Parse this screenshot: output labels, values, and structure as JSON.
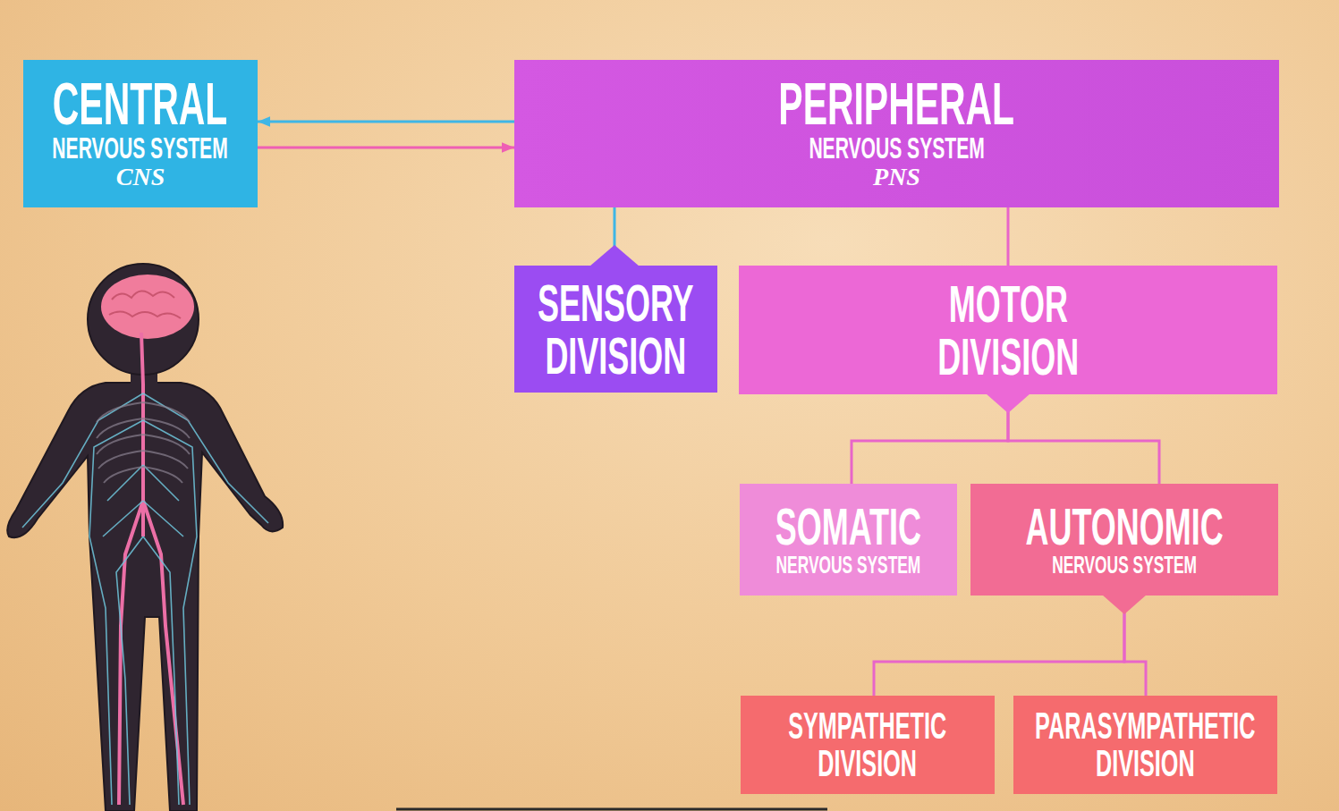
{
  "diagram": {
    "nodes": [
      {
        "text": [
          "CENTRAL",
          "NERVOUS SYSTEM",
          "CNS"
        ]
      },
      {
        "text": [
          "PERIPHERAL",
          "NERVOUS SYSTEM",
          "PNS"
        ]
      },
      {
        "text": [
          "SENSORY DIVISION"
        ]
      },
      {
        "text": [
          "MOTOR DIVISION"
        ]
      },
      {
        "text": [
          "SOMATIC",
          "NERVOUS SYSTEM"
        ]
      },
      {
        "text": [
          "AUTONOMIC",
          "NERVOUS SYSTEM"
        ]
      },
      {
        "text": [
          "SYMPATHETIC DIVISION"
        ]
      },
      {
        "text": [
          "PARASYMPATHETIC DIVISION"
        ]
      }
    ],
    "edges": [
      {
        "from": 1,
        "to": 0,
        "arrow": "to"
      },
      {
        "from": 0,
        "to": 1,
        "arrow": "to"
      },
      {
        "from": 1,
        "to": 2,
        "arrow": "none"
      },
      {
        "from": 1,
        "to": 3,
        "arrow": "none"
      },
      {
        "from": 3,
        "to": 4,
        "arrow": "none"
      },
      {
        "from": 3,
        "to": 5,
        "arrow": "none"
      },
      {
        "from": 5,
        "to": 6,
        "arrow": "none"
      },
      {
        "from": 5,
        "to": 7,
        "arrow": "none"
      }
    ]
  }
}
